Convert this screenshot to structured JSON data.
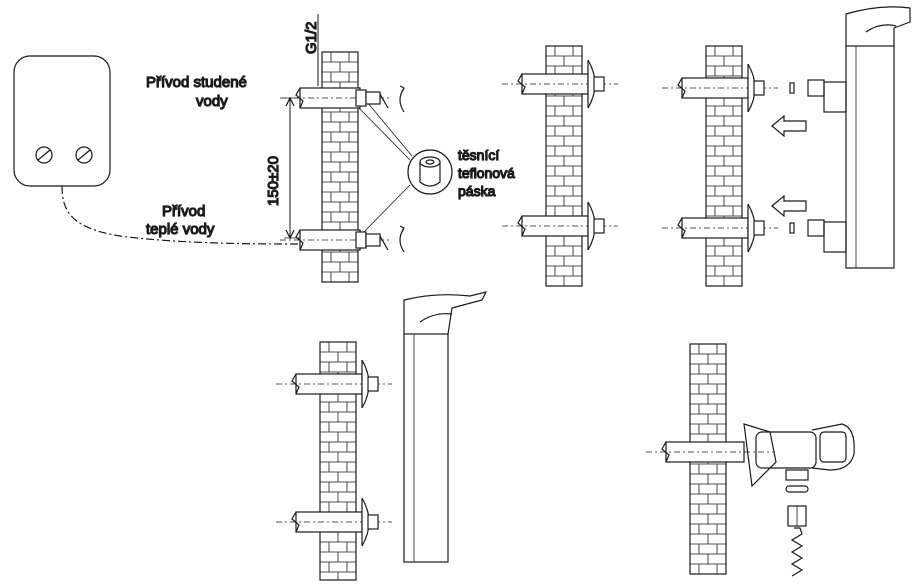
{
  "labels": {
    "cold_supply_line1": "Přívod studené",
    "cold_supply_line2": "vody",
    "hot_supply_line1": "Přívod",
    "hot_supply_line2": "teplé vody",
    "thread_size": "G1/2",
    "spacing": "150±20",
    "tape_line1": "těsnící",
    "tape_line2": "teflonová",
    "tape_line3": "páska"
  },
  "colors": {
    "line": "#1a1a1a",
    "background": "#ffffff"
  }
}
